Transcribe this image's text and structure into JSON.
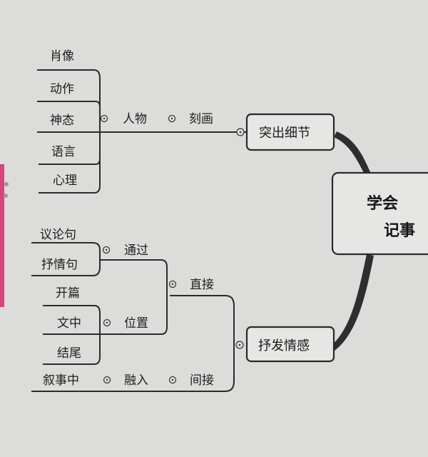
{
  "root": {
    "line1": "学会",
    "line2": "记事"
  },
  "branches": {
    "highlight": {
      "label": "突出细节",
      "relation": "刻画",
      "subject": "人物",
      "items": [
        "肖像",
        "动作",
        "神态",
        "语言",
        "心理"
      ]
    },
    "express": {
      "label": "抒发情感",
      "direct": {
        "label": "直接",
        "via": {
          "label": "通过",
          "items": [
            "议论句",
            "抒情句"
          ]
        },
        "position": {
          "label": "位置",
          "items": [
            "开篇",
            "文中",
            "结尾"
          ]
        }
      },
      "indirect": {
        "label": "间接",
        "method": "融入",
        "target": "叙事中"
      }
    }
  }
}
